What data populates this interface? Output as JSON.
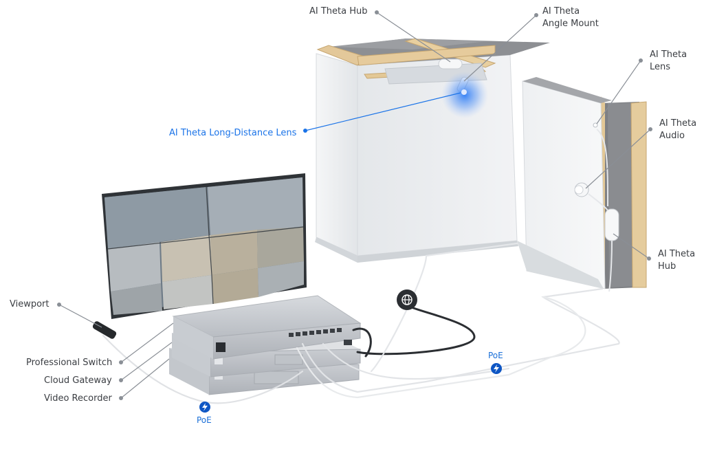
{
  "labels": {
    "hub_top": "AI Theta Hub",
    "angle_mount_l1": "AI Theta",
    "angle_mount_l2": "Angle Mount",
    "lens_l1": "AI Theta",
    "lens_l2": "Lens",
    "audio_l1": "AI Theta",
    "audio_l2": "Audio",
    "hub_right_l1": "AI Theta",
    "hub_right_l2": "Hub",
    "long_distance_lens": "AI Theta Long-Distance Lens",
    "viewport": "Viewport",
    "professional_switch": "Professional Switch",
    "cloud_gateway": "Cloud Gateway",
    "video_recorder": "Video Recorder"
  },
  "poe": {
    "left": "PoE",
    "right": "PoE"
  },
  "icons": {
    "internet": "globe-icon",
    "poe": "bolt-icon"
  },
  "colors": {
    "accent_blue": "#1a73e8",
    "label_text": "#3a3d42",
    "leader_line": "#8a8f96",
    "poe_badge": "#0e56c4",
    "glow": "#2f7df5"
  }
}
